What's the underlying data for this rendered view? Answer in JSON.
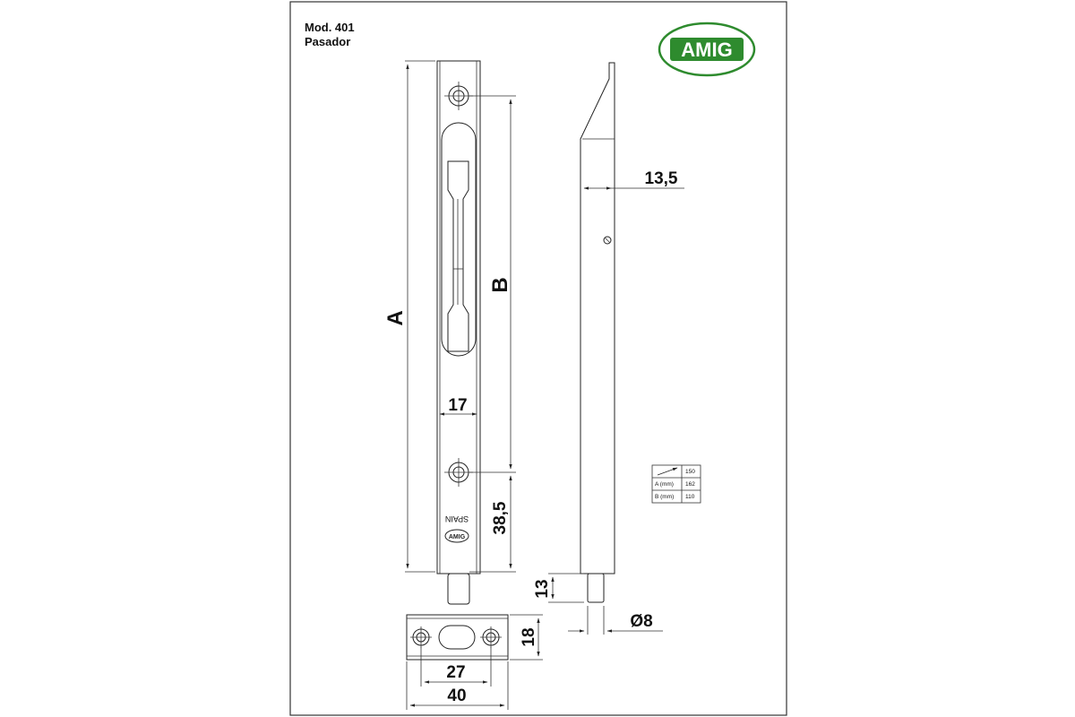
{
  "header": {
    "model": "Mod. 401",
    "name": "Pasador"
  },
  "logo": {
    "text": "AMIG",
    "color": "#2e8b2e"
  },
  "labels": {
    "a": "A",
    "b": "B"
  },
  "dimensions": {
    "width_17": "17",
    "offset_38_5": "38,5",
    "depth_13_5": "13,5",
    "pin_13": "13",
    "pin_dia": "Ø8",
    "keeper_height": "18",
    "keeper_holes": "27",
    "keeper_width": "40"
  },
  "stamp": {
    "spain": "SPAIN",
    "brand": "AMIG"
  },
  "size_table": {
    "header_value": "150",
    "rows": [
      {
        "label": "A (mm)",
        "value": "162"
      },
      {
        "label": "B (mm)",
        "value": "110"
      }
    ]
  }
}
